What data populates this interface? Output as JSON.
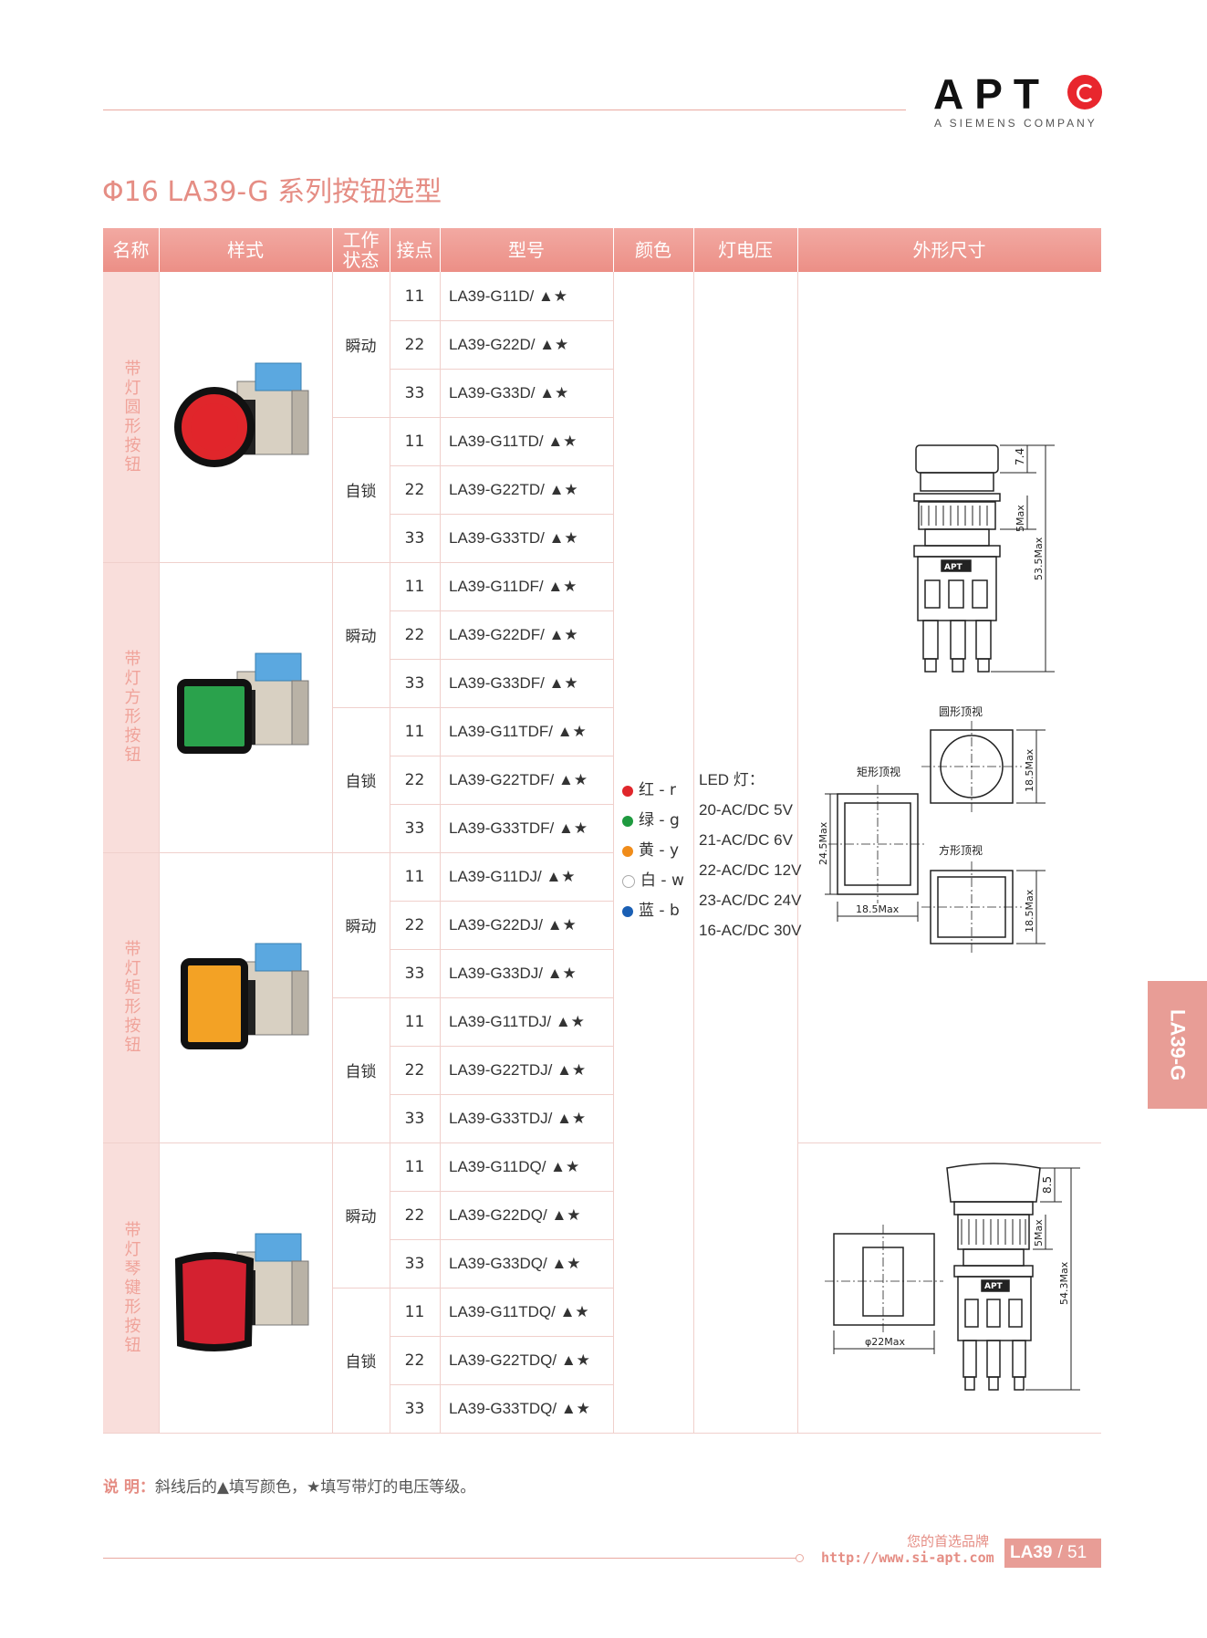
{
  "brand": {
    "logo": "APT",
    "subtitle": "A SIEMENS COMPANY"
  },
  "page_title": "Φ16 LA39-G 系列按钮选型",
  "table": {
    "headers": [
      "名称",
      "样式",
      "工作状态",
      "接点",
      "型号",
      "颜色",
      "灯电压",
      "外形尺寸"
    ],
    "groups": [
      {
        "name": "带灯圆形按钮",
        "lens_color": "#e0262b",
        "rows": [
          {
            "mode": "瞬动",
            "contact": "11",
            "model": "LA39-G11D/ ▲★"
          },
          {
            "mode": "",
            "contact": "22",
            "model": "LA39-G22D/ ▲★"
          },
          {
            "mode": "",
            "contact": "33",
            "model": "LA39-G33D/ ▲★"
          },
          {
            "mode": "自锁",
            "contact": "11",
            "model": "LA39-G11TD/ ▲★"
          },
          {
            "mode": "",
            "contact": "22",
            "model": "LA39-G22TD/ ▲★"
          },
          {
            "mode": "",
            "contact": "33",
            "model": "LA39-G33TD/ ▲★"
          }
        ]
      },
      {
        "name": "带灯方形按钮",
        "lens_color": "#2aa24c",
        "rows": [
          {
            "mode": "瞬动",
            "contact": "11",
            "model": "LA39-G11DF/ ▲★"
          },
          {
            "mode": "",
            "contact": "22",
            "model": "LA39-G22DF/ ▲★"
          },
          {
            "mode": "",
            "contact": "33",
            "model": "LA39-G33DF/ ▲★"
          },
          {
            "mode": "自锁",
            "contact": "11",
            "model": "LA39-G11TDF/ ▲★"
          },
          {
            "mode": "",
            "contact": "22",
            "model": "LA39-G22TDF/ ▲★"
          },
          {
            "mode": "",
            "contact": "33",
            "model": "LA39-G33TDF/ ▲★"
          }
        ]
      },
      {
        "name": "带灯矩形按钮",
        "lens_color": "#f3a225",
        "rows": [
          {
            "mode": "瞬动",
            "contact": "11",
            "model": "LA39-G11DJ/ ▲★"
          },
          {
            "mode": "",
            "contact": "22",
            "model": "LA39-G22DJ/ ▲★"
          },
          {
            "mode": "",
            "contact": "33",
            "model": "LA39-G33DJ/ ▲★"
          },
          {
            "mode": "自锁",
            "contact": "11",
            "model": "LA39-G11TDJ/ ▲★"
          },
          {
            "mode": "",
            "contact": "22",
            "model": "LA39-G22TDJ/ ▲★"
          },
          {
            "mode": "",
            "contact": "33",
            "model": "LA39-G33TDJ/ ▲★"
          }
        ]
      },
      {
        "name": "带灯琴键形按钮",
        "lens_color": "#d42130",
        "rows": [
          {
            "mode": "瞬动",
            "contact": "11",
            "model": "LA39-G11DQ/ ▲★"
          },
          {
            "mode": "",
            "contact": "22",
            "model": "LA39-G22DQ/ ▲★"
          },
          {
            "mode": "",
            "contact": "33",
            "model": "LA39-G33DQ/ ▲★"
          },
          {
            "mode": "自锁",
            "contact": "11",
            "model": "LA39-G11TDQ/ ▲★"
          },
          {
            "mode": "",
            "contact": "22",
            "model": "LA39-G22TDQ/ ▲★"
          },
          {
            "mode": "",
            "contact": "33",
            "model": "LA39-G33TDQ/ ▲★"
          }
        ]
      }
    ],
    "colors": [
      {
        "label": "红 - r",
        "hex": "#e0262b"
      },
      {
        "label": "绿 - g",
        "hex": "#1e9a3f"
      },
      {
        "label": "黄 - y",
        "hex": "#f08c1a"
      },
      {
        "label": "白 - w",
        "hex": "#ffffff"
      },
      {
        "label": "蓝 - b",
        "hex": "#1a5fb4"
      }
    ],
    "voltage": {
      "title": "LED 灯：",
      "items": [
        "20-AC/DC 5V",
        "21-AC/DC 6V",
        "22-AC/DC 12V",
        "23-AC/DC 24V",
        "16-AC/DC 30V"
      ]
    },
    "dimensions": {
      "side_upper": {
        "d1": "7.4",
        "d2": "5Max",
        "d3": "53.5Max"
      },
      "top_round_label": "圆形顶视",
      "top_rect_label": "矩形顶视",
      "top_square_label": "方形顶视",
      "round_w": "18.5Max",
      "rect_h": "24.5Max",
      "rect_w": "18.5Max",
      "square_w": "18.5Max",
      "key_w": "φ22Max",
      "side_lower": {
        "d1": "8.5",
        "d2": "5Max",
        "d3": "54.3Max"
      },
      "plate_label": "APT"
    }
  },
  "side_tab": "LA39-G",
  "note": {
    "label": "说 明：",
    "text": "斜线后的▲填写颜色，★填写带灯的电压等级。"
  },
  "footer": {
    "slogan": "您的首选品牌",
    "url": "http://www.si-apt.com",
    "series": "LA39",
    "page": "/ 51"
  }
}
